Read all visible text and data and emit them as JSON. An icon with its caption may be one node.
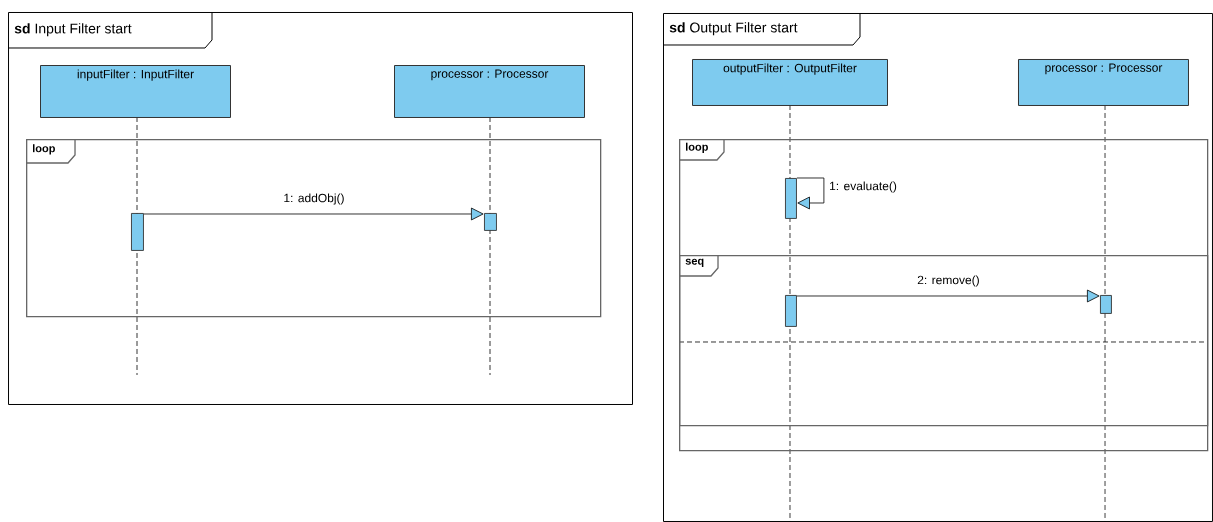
{
  "diagram": {
    "nodes": [
      {
        "text": [
          "**sd** Input Filter start"
        ]
      },
      {
        "text": [
          "inputFilter : InputFilter"
        ],
        "in": 0
      },
      {
        "text": [
          "processor : Processor"
        ],
        "in": 0
      },
      {
        "text": [
          "loop"
        ],
        "in": 0
      },
      {
        "text": [],
        "shape": "bar",
        "in": 3
      },
      {
        "text": [],
        "shape": "bar",
        "in": 3
      },
      {
        "text": [
          "**sd** Output Filter start"
        ]
      },
      {
        "text": [
          "outputFilter : OutputFilter"
        ],
        "in": 6
      },
      {
        "text": [
          "processor : Processor"
        ],
        "in": 6
      },
      {
        "text": [
          "loop"
        ],
        "in": 6
      },
      {
        "text": [],
        "shape": "bar",
        "in": 9
      },
      {
        "text": [
          "seq"
        ],
        "in": 9
      },
      {
        "text": [],
        "shape": "bar",
        "in": 11
      },
      {
        "text": [],
        "shape": "bar",
        "in": 11
      }
    ],
    "edges": [
      {
        "from": 4,
        "to": 5,
        "arrow": "to",
        "label": "1: addObj()"
      },
      {
        "from": 10,
        "to": 10,
        "arrow": "to",
        "label": "1: evaluate()"
      },
      {
        "from": 12,
        "to": 13,
        "arrow": "to",
        "label": "2: remove()"
      }
    ]
  }
}
